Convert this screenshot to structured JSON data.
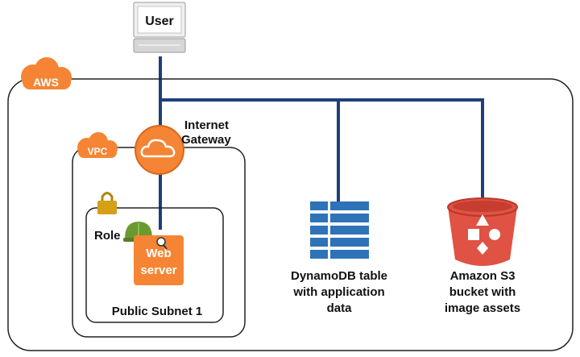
{
  "user": {
    "label": "User"
  },
  "aws": {
    "label": "AWS"
  },
  "vpc": {
    "label": "VPC"
  },
  "gateway": {
    "line1": "Internet",
    "line2": "Gateway"
  },
  "subnet": {
    "label": "Public Subnet 1"
  },
  "role": {
    "label": "Role"
  },
  "web_server": {
    "line1": "Web",
    "line2": "server"
  },
  "dynamodb": {
    "line1": "DynamoDB table",
    "line2": "with application",
    "line3": "data"
  },
  "s3": {
    "line1": "Amazon S3",
    "line2": "bucket with",
    "line3": "image assets"
  },
  "colors": {
    "connector": "#1f3f7a",
    "aws_orange": "#f58534",
    "dynamo_blue": "#2e73b8",
    "s3_red": "#e05243",
    "lock_gold": "#d4a017",
    "helmet_green": "#6a9a2f"
  }
}
